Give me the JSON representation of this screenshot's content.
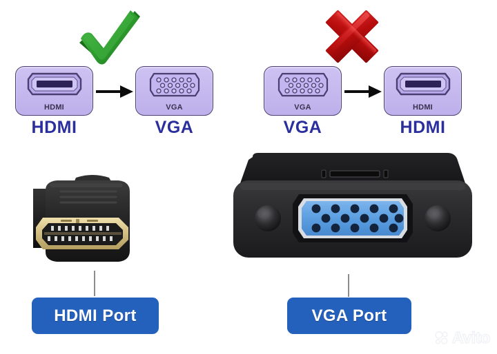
{
  "background_color": "#ffffff",
  "diagrams": {
    "valid": {
      "verdict_icon": "green-check-mark",
      "verdict_color": "#2f9e2f",
      "source": {
        "chip_caption": "HDMI",
        "name": "HDMI",
        "icon": "hdmi-port-icon"
      },
      "arrow_icon": "right-arrow-icon",
      "target": {
        "chip_caption": "VGA",
        "name": "VGA",
        "icon": "vga-port-icon"
      }
    },
    "invalid": {
      "verdict_icon": "red-cross-mark",
      "verdict_color": "#c20f0f",
      "source": {
        "chip_caption": "VGA",
        "name": "VGA",
        "icon": "vga-port-icon"
      },
      "arrow_icon": "right-arrow-icon",
      "target": {
        "chip_caption": "HDMI",
        "name": "HDMI",
        "icon": "hdmi-port-icon"
      }
    },
    "name_color": "#2b2f9e",
    "chip_fill": "#c6baf0",
    "chip_border": "#4a3f70"
  },
  "photos": {
    "hdmi_plug": {
      "alt": "black HDMI male cable connector with gold plated contacts",
      "body_color": "#262626",
      "contact_color": "#d6c187",
      "pin_count": 19
    },
    "vga_adapter": {
      "alt": "black HDMI to VGA adapter box with blue female VGA port",
      "body_color": "#2a2a2c",
      "port_color": "#5b9ee0",
      "hole_count": 15,
      "thumbscrews": 2
    }
  },
  "callouts": {
    "hdmi": {
      "label": "HDMI Port",
      "color": "#2461bd",
      "text_color": "#ffffff"
    },
    "vga": {
      "label": "VGA Port",
      "color": "#2461bd",
      "text_color": "#ffffff"
    }
  },
  "watermark": {
    "text": "Avito",
    "logo_icon": "avito-circles-logo",
    "color": "#e2e6ee"
  }
}
